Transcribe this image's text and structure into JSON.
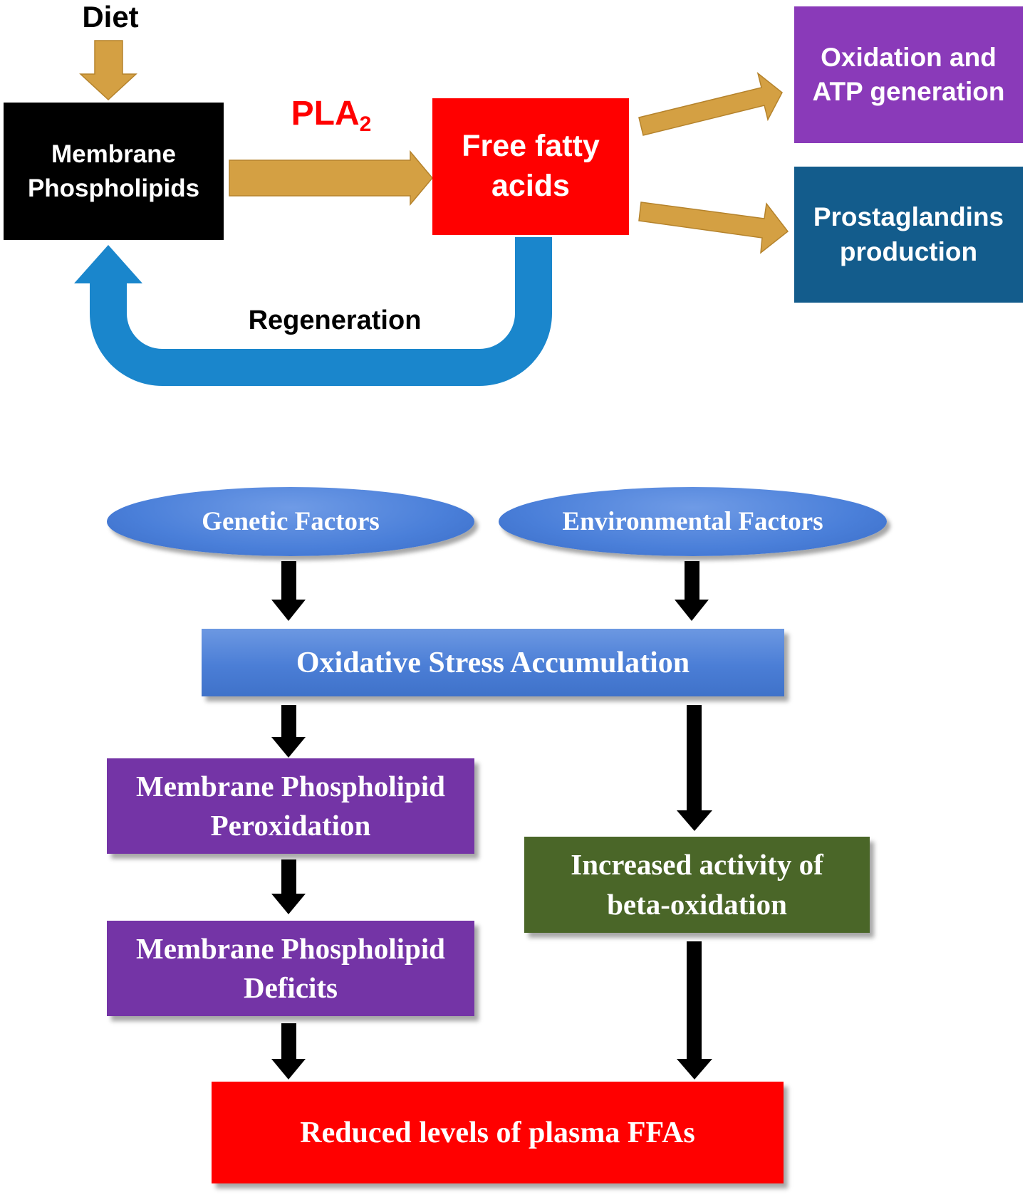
{
  "top_panel": {
    "diet_label": "Diet",
    "membrane_box": {
      "line1": "Membrane",
      "line2": "Phospholipids"
    },
    "enzyme_label": {
      "main": "PLA",
      "subscript": "2"
    },
    "ffa_box": {
      "line1": "Free fatty",
      "line2": "acids"
    },
    "oxidation_box": {
      "line1": "Oxidation and",
      "line2": "ATP generation"
    },
    "prostaglandins_box": {
      "line1": "Prostaglandins",
      "line2": "production"
    },
    "regeneration_label": "Regeneration"
  },
  "bottom_panel": {
    "genetic_factors": "Genetic Factors",
    "environmental_factors": "Environmental Factors",
    "oxidative_stress": "Oxidative Stress Accumulation",
    "peroxidation_box": {
      "line1": "Membrane Phospholipid",
      "line2": "Peroxidation"
    },
    "deficits_box": {
      "line1": "Membrane Phospholipid",
      "line2": "Deficits"
    },
    "beta_oxidation_box": {
      "line1": "Increased activity of",
      "line2": "beta-oxidation"
    },
    "reduced_ffa_box": "Reduced levels of plasma FFAs"
  },
  "colors": {
    "arrow_gold": "#d4a043",
    "regeneration_blue": "#1a86cc",
    "membrane_black": "#000000",
    "ffa_red": "#ff0000",
    "oxidation_purple": "#8a3ab9",
    "prostaglandins_blue": "#135c8c",
    "peroxidation_purple": "#7434a6",
    "beta_oxidation_green": "#4a6628",
    "enzyme_text_red": "#ff0000"
  }
}
